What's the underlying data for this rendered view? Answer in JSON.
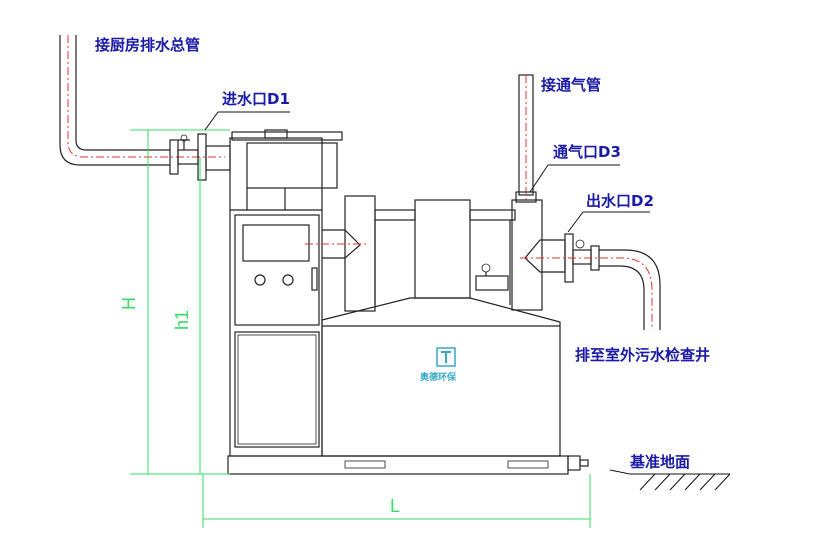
{
  "labels": {
    "kitchen_pipe": "接厨房排水总管",
    "inlet": "进水口D1",
    "vent_pipe": "接通气管",
    "vent_port": "通气口D3",
    "outlet": "出水口D2",
    "discharge": "排至室外污水检查井",
    "ground": "基准地面"
  },
  "dimensions": {
    "height_total": "H",
    "height_inlet": "h1",
    "length": "L"
  },
  "logo_text": "奥德环保",
  "colors": {
    "label": "#1a1aa6",
    "dimension": "#33dd66",
    "centerline": "#e03030",
    "logo": "#36a9c9"
  }
}
